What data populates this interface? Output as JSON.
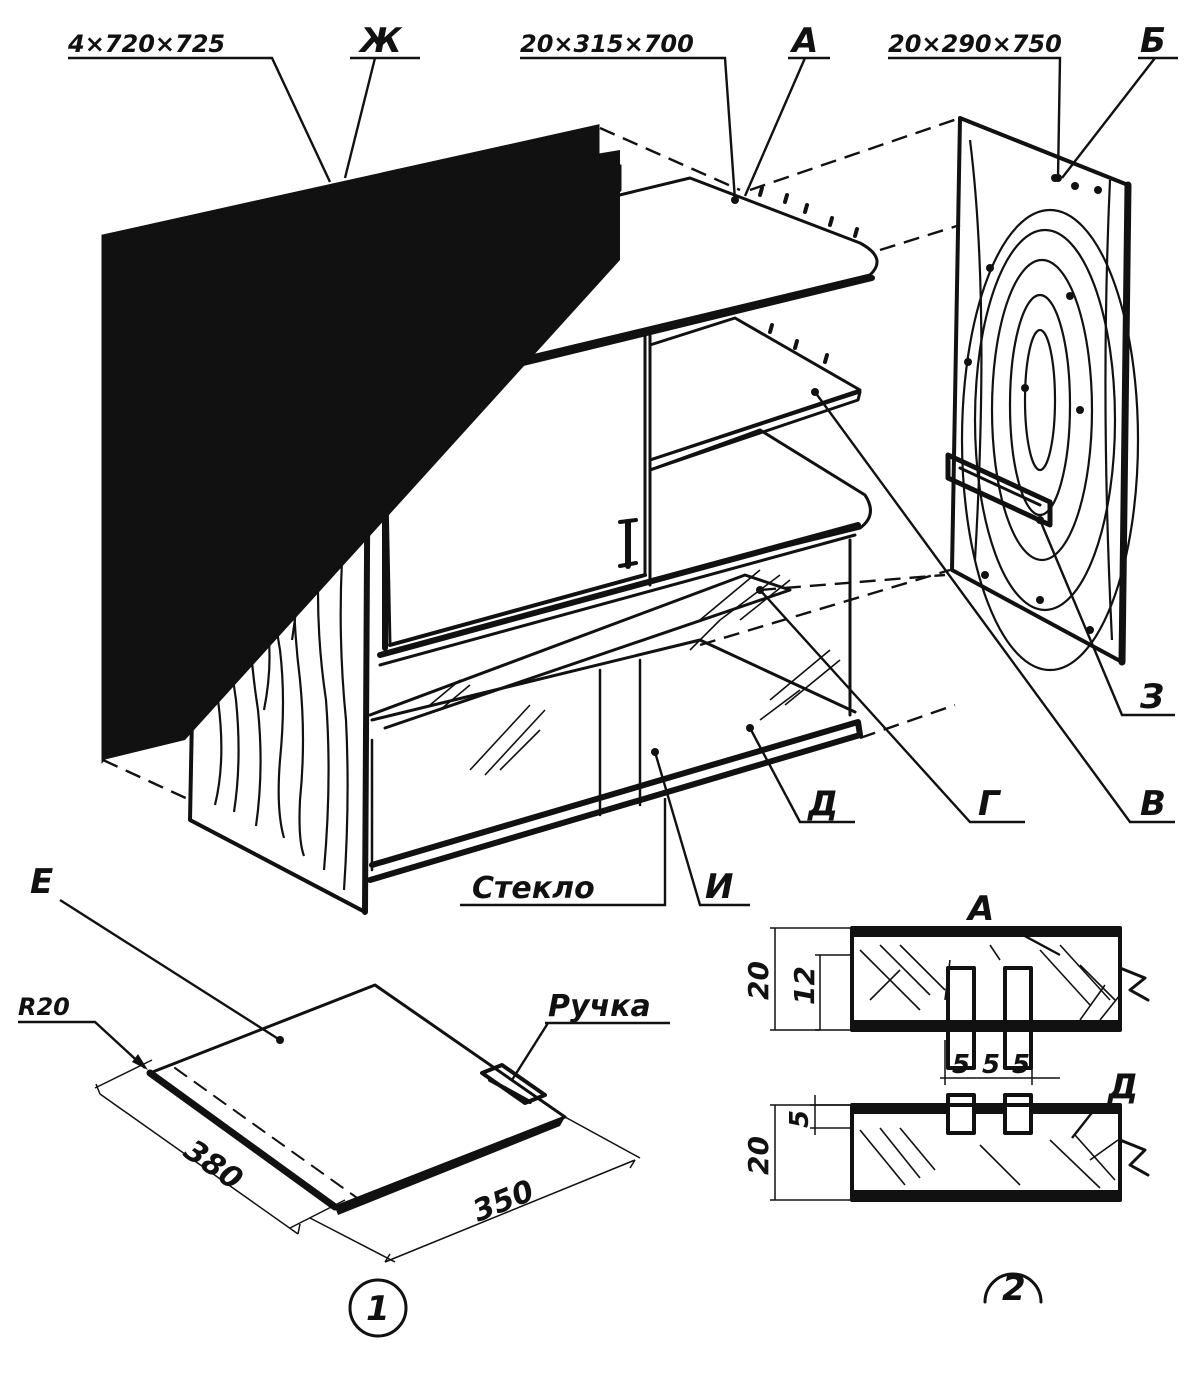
{
  "figure1": {
    "number": "1",
    "labels": {
      "zh_dims": "4×720×725",
      "zh": "Ж",
      "a_dims": "20×315×700",
      "a": "А",
      "b_dims": "20×290×750",
      "b": "Б",
      "z": "З",
      "v": "В",
      "g": "Г",
      "d": "Д",
      "i": "И",
      "glass": "Стекло",
      "e": "Е",
      "radius": "R20",
      "handle": "Ручка",
      "dim_length": "380",
      "dim_width": "350"
    }
  },
  "figure2": {
    "number": "2",
    "labels": {
      "a": "А",
      "d": "Д",
      "dim_20_top": "20",
      "dim_12": "12",
      "dim_5a": "5",
      "dim_5b": "5",
      "dim_5c": "5",
      "dim_5_groove": "5",
      "dim_20_bottom": "20"
    }
  },
  "colors": {
    "ink": "#111111",
    "paper": "#ffffff"
  }
}
